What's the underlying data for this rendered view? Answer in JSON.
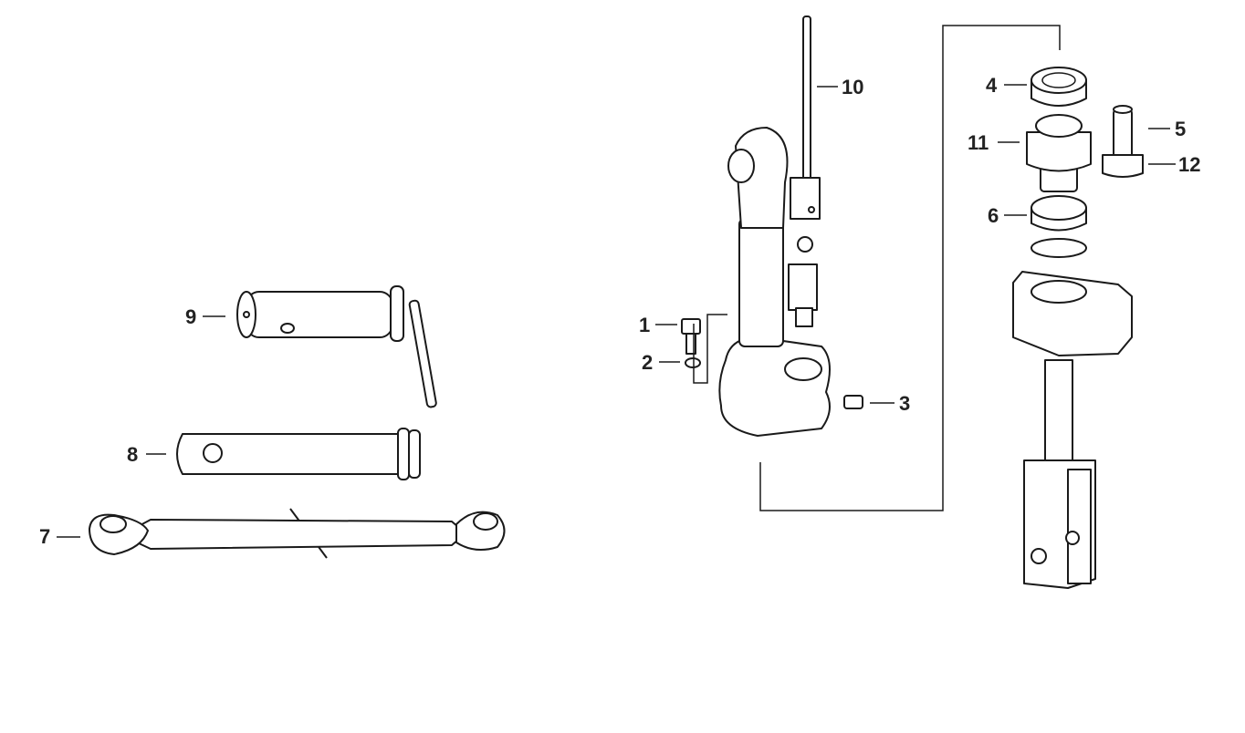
{
  "diagram": {
    "callouts": [
      {
        "number": "1",
        "part": "bolt"
      },
      {
        "number": "2",
        "part": "washer"
      },
      {
        "number": "3",
        "part": "grease-nipple"
      },
      {
        "number": "4",
        "part": "upper-bearing"
      },
      {
        "number": "5",
        "part": "pin"
      },
      {
        "number": "6",
        "part": "lower-bearing"
      },
      {
        "number": "7",
        "part": "top-link"
      },
      {
        "number": "8",
        "part": "linch-pin"
      },
      {
        "number": "9",
        "part": "lock-pin"
      },
      {
        "number": "10",
        "part": "rod"
      },
      {
        "number": "11",
        "part": "large-gear"
      },
      {
        "number": "12",
        "part": "small-gear"
      }
    ]
  }
}
